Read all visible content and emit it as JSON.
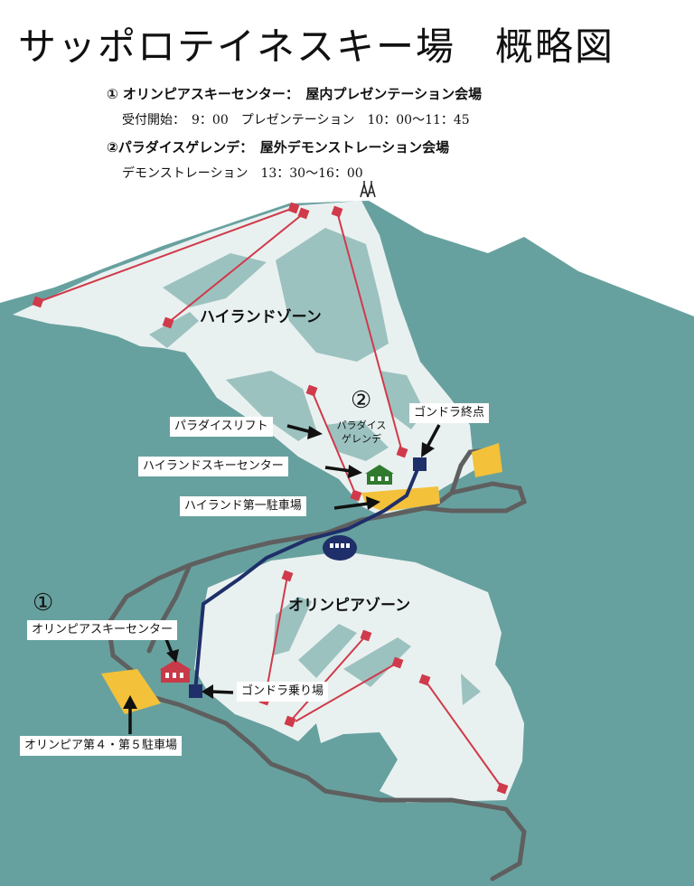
{
  "title": "サッポロテイネスキー場　概略図",
  "info": {
    "venue1": {
      "heading": "① オリンピアスキーセンター：　屋内プレゼンテーション会場",
      "detail": "受付開始：　9：00　プレゼンテーション　10：00〜11：45"
    },
    "venue2": {
      "heading": "②パラダイスゲレンデ：　屋外デモンストレーション会場",
      "detail": "デモンストレーション　13：30〜16：00"
    }
  },
  "map": {
    "zones": {
      "highland": "ハイランドゾーン",
      "olympia": "オリンピアゾーン"
    },
    "markers": {
      "one": "①",
      "two": "②",
      "paradise_line1": "パラダイス",
      "paradise_line2": "ゲレンデ"
    },
    "labels": {
      "paradise_lift": "パラダイスリフト",
      "gondola_top": "ゴンドラ終点",
      "highland_center": "ハイランドスキーセンター",
      "highland_parking": "ハイランド第一駐車場",
      "olympia_center": "オリンピアスキーセンター",
      "gondola_base": "ゴンドラ乗り場",
      "olympia_parking": "オリンピア第４・第５駐車場"
    },
    "colors": {
      "mountain": "#67a19f",
      "snow": "#e9f1f0",
      "light_slope": "#9cc2c0",
      "lift": "#d03a4a",
      "gondola": "#1f2f6a",
      "parking": "#f3c13a",
      "road": "#5f5f5f",
      "highland_center": "#2f7a2f",
      "olympia_center": "#c83a48"
    }
  }
}
